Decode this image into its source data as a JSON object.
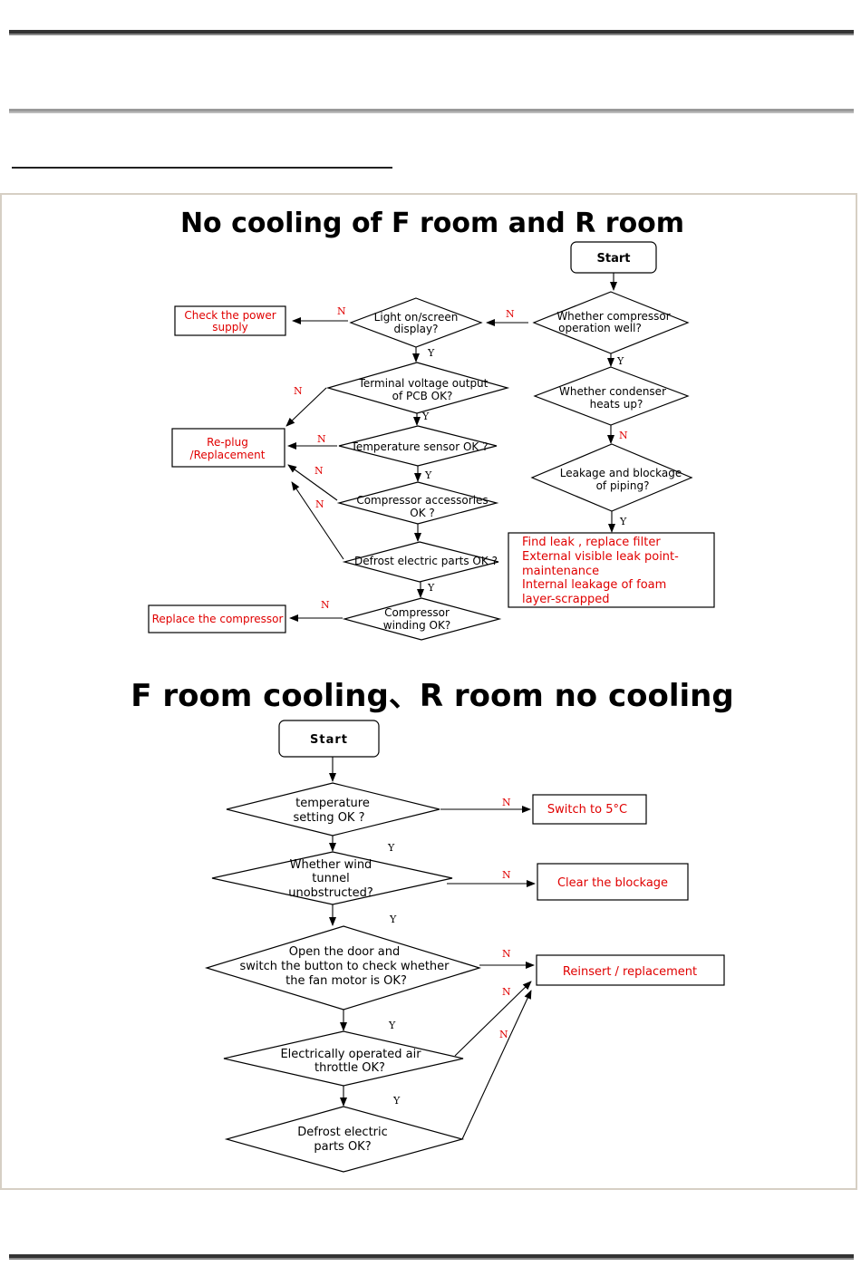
{
  "titles": {
    "top": "No cooling of F room and R room",
    "bottom": "F room cooling、R room no cooling"
  },
  "flow1": {
    "start": "Start",
    "compressor_q": [
      "Whether compressor",
      "operation well?"
    ],
    "light_q": [
      "Light on/screen",
      "display?"
    ],
    "power_box": [
      "Check the power",
      "supply"
    ],
    "terminal_q": [
      "Terminal voltage output",
      "of PCB OK?"
    ],
    "condenser_q": [
      "Whether condenser",
      "heats up?"
    ],
    "replug_box": [
      "Re-plug",
      "/Replacement"
    ],
    "temp_sensor_q": "Temperature  sensor OK ?",
    "leakage_q": [
      "Leakage and blockage",
      "of piping?"
    ],
    "accessories_q": [
      "Compressor accessories",
      "OK ?"
    ],
    "defrost_q": "Defrost electric parts OK ?",
    "find_leak_box": [
      "Find leak , replace filter",
      "External visible leak point-",
      "maintenance",
      "Internal leakage of foam",
      "layer-scrapped"
    ],
    "winding_q": [
      "Compressor",
      "winding OK?"
    ],
    "replace_comp_box": "Replace the compressor"
  },
  "flow2": {
    "start": "Start",
    "temp_setting_q": [
      "temperature",
      "setting OK ?"
    ],
    "switch_box": "Switch to 5°C",
    "wind_q": [
      "Whether wind",
      "tunnel",
      "unobstructed?"
    ],
    "clear_box": "Clear the blockage",
    "door_q": [
      "Open the door and",
      "switch the button to check whether",
      "the fan motor is OK?"
    ],
    "reinsert_box": "Reinsert  / replacement",
    "throttle_q": [
      "Electrically operated air",
      "throttle OK?"
    ],
    "defrost_q": [
      "Defrost electric",
      "parts OK?"
    ]
  },
  "markers": {
    "yes": "Y",
    "no": "N"
  },
  "colors": {
    "answer_red": "#e00000",
    "frame_border": "#d6cfc4"
  }
}
